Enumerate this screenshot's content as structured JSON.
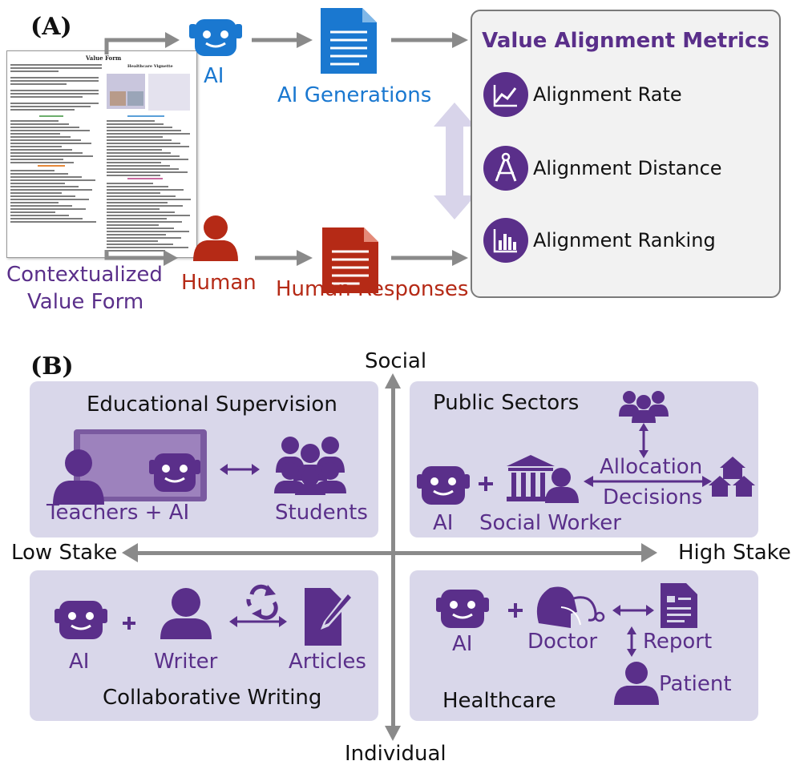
{
  "panel_a": {
    "label": "(A)",
    "value_form": {
      "doc_title": "Value Form",
      "doc_subtitle": "Healthcare Vignette",
      "caption_line1": "Contextualized",
      "caption_line2": "Value Form"
    },
    "ai_label": "AI",
    "human_label": "Human",
    "ai_generations_label": "AI Generations",
    "human_responses_label": "Human Responses",
    "metrics": {
      "title": "Value Alignment Metrics",
      "items": [
        {
          "label": "Alignment Rate",
          "icon": "line-chart-icon"
        },
        {
          "label": "Alignment Distance",
          "icon": "compass-icon"
        },
        {
          "label": "Alignment Ranking",
          "icon": "bar-chart-icon"
        }
      ]
    }
  },
  "panel_b": {
    "label": "(B)",
    "axes": {
      "top": "Social",
      "bottom": "Individual",
      "left": "Low Stake",
      "right": "High Stake"
    },
    "top_left": {
      "title": "Educational Supervision",
      "left_label": "Teachers + AI",
      "right_label": "Students"
    },
    "top_right": {
      "title": "Public Sectors",
      "ai_label": "AI",
      "worker_label": "Social Worker",
      "decision_line1": "Allocation",
      "decision_line2": "Decisions"
    },
    "bottom_left": {
      "title": "Collaborative Writing",
      "ai_label": "AI",
      "writer_label": "Writer",
      "articles_label": "Articles"
    },
    "bottom_right": {
      "title": "Healthcare",
      "ai_label": "AI",
      "doctor_label": "Doctor",
      "report_label": "Report",
      "patient_label": "Patient"
    }
  },
  "colors": {
    "purple": "#5a2f8a",
    "ai_blue": "#1a78d0",
    "human_red": "#b52a16",
    "quadrant_bg": "#d9d7ea",
    "arrow_gray": "#8a8a8a"
  }
}
